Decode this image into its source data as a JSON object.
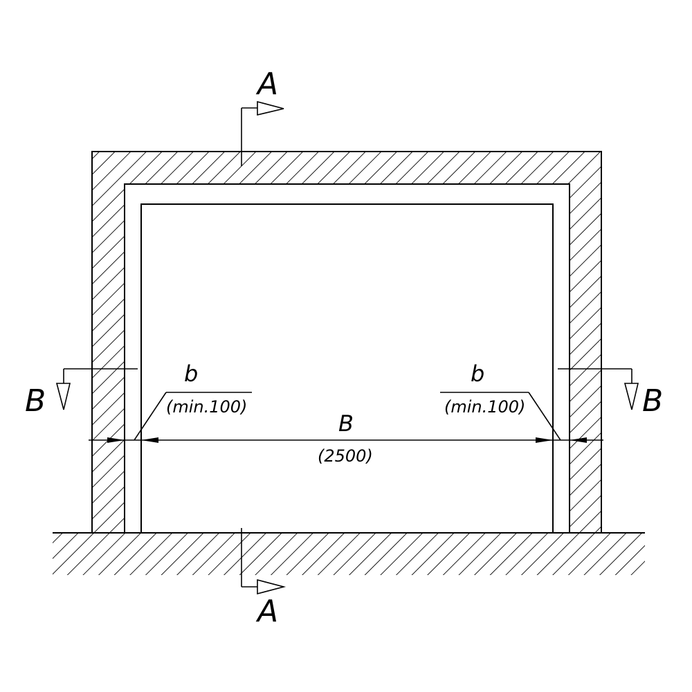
{
  "labels": {
    "section_a_top": "A",
    "section_a_bottom": "A",
    "section_b_left": "B",
    "section_b_right": "B",
    "width_symbol": "B",
    "width_value": "(2500)",
    "left_gap_symbol": "b",
    "left_gap_value": "(min.100)",
    "right_gap_symbol": "b",
    "right_gap_value": "(min.100)"
  },
  "colors": {
    "line": "#000000",
    "background": "#ffffff"
  }
}
